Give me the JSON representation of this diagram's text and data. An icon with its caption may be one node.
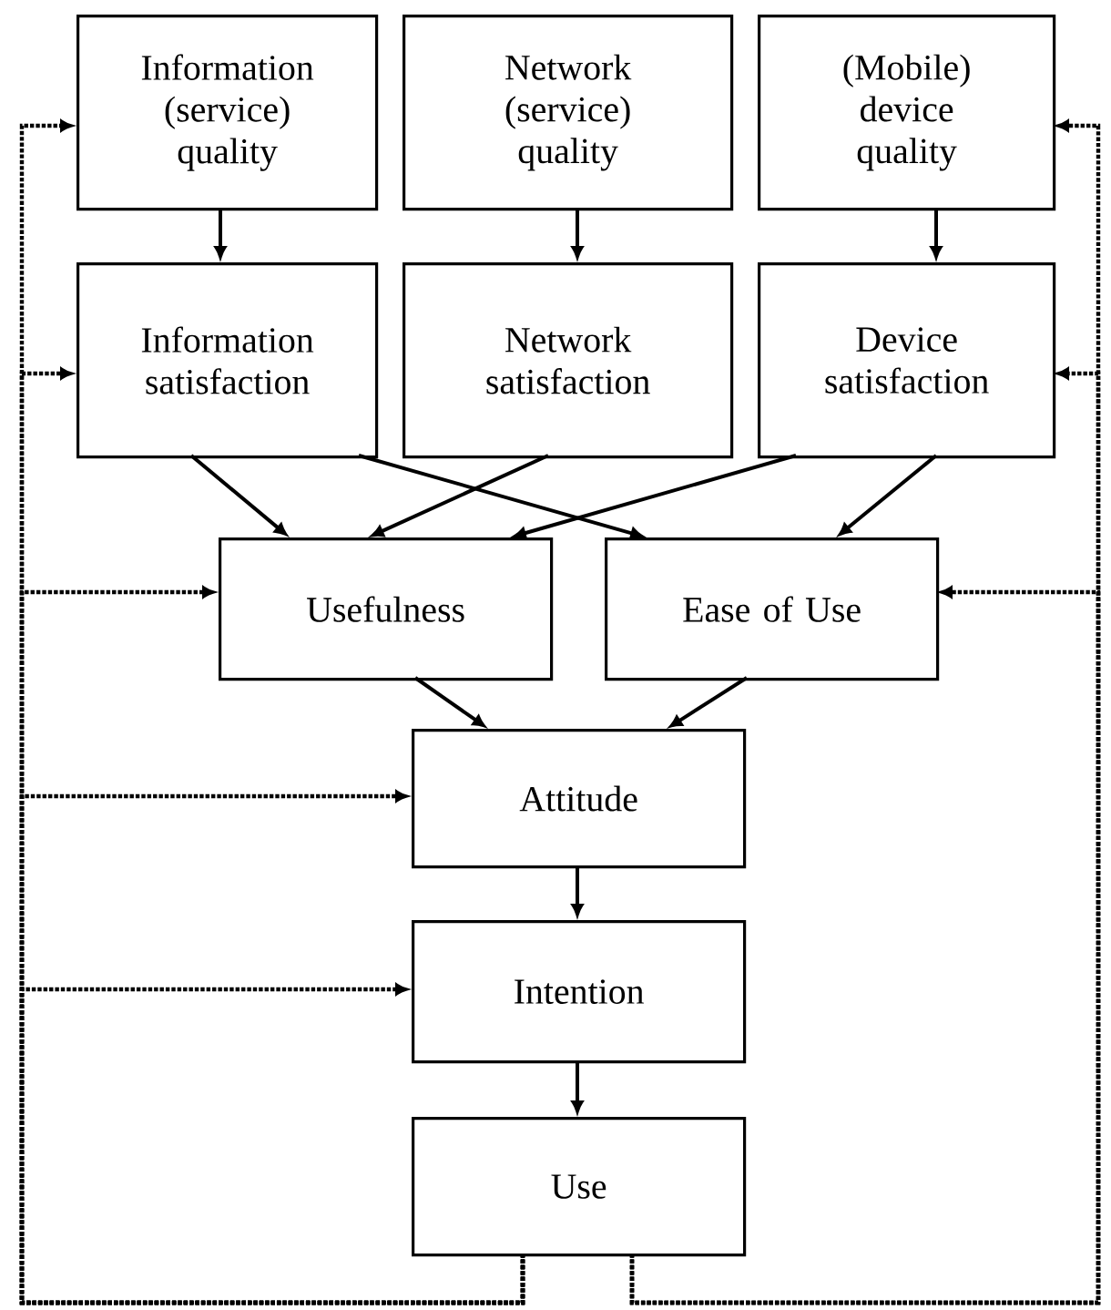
{
  "diagram": {
    "nodes": [
      {
        "text": [
          "Information (service) quality"
        ]
      },
      {
        "text": [
          "Network (service) quality"
        ]
      },
      {
        "text": [
          "(Mobile) device quality"
        ]
      },
      {
        "text": [
          "Information satisfaction"
        ]
      },
      {
        "text": [
          "Network satisfaction"
        ]
      },
      {
        "text": [
          "Device satisfaction"
        ]
      },
      {
        "text": [
          "Usefulness"
        ]
      },
      {
        "text": [
          "Ease of Use"
        ]
      },
      {
        "text": [
          "Attitude"
        ]
      },
      {
        "text": [
          "Intention"
        ]
      },
      {
        "text": [
          "Use"
        ]
      }
    ],
    "edges": [
      {
        "from": 0,
        "to": 3,
        "arrow": "to"
      },
      {
        "from": 1,
        "to": 4,
        "arrow": "to"
      },
      {
        "from": 2,
        "to": 5,
        "arrow": "to"
      },
      {
        "from": 3,
        "to": 6,
        "arrow": "to"
      },
      {
        "from": 3,
        "to": 7,
        "arrow": "to"
      },
      {
        "from": 4,
        "to": 6,
        "arrow": "to"
      },
      {
        "from": 5,
        "to": 6,
        "arrow": "to"
      },
      {
        "from": 5,
        "to": 7,
        "arrow": "to"
      },
      {
        "from": 6,
        "to": 8,
        "arrow": "to"
      },
      {
        "from": 7,
        "to": 8,
        "arrow": "to"
      },
      {
        "from": 8,
        "to": 9,
        "arrow": "to"
      },
      {
        "from": 9,
        "to": 10,
        "arrow": "to"
      },
      {
        "from": 10,
        "to": 0,
        "arrow": "to",
        "style": "dashed"
      },
      {
        "from": 10,
        "to": 3,
        "arrow": "to",
        "style": "dashed"
      },
      {
        "from": 10,
        "to": 6,
        "arrow": "to",
        "style": "dashed"
      },
      {
        "from": 10,
        "to": 8,
        "arrow": "to",
        "style": "dashed"
      },
      {
        "from": 10,
        "to": 9,
        "arrow": "to",
        "style": "dashed"
      },
      {
        "from": 10,
        "to": 2,
        "arrow": "to",
        "style": "dashed"
      },
      {
        "from": 10,
        "to": 5,
        "arrow": "to",
        "style": "dashed"
      },
      {
        "from": 10,
        "to": 7,
        "arrow": "to",
        "style": "dashed"
      }
    ]
  }
}
